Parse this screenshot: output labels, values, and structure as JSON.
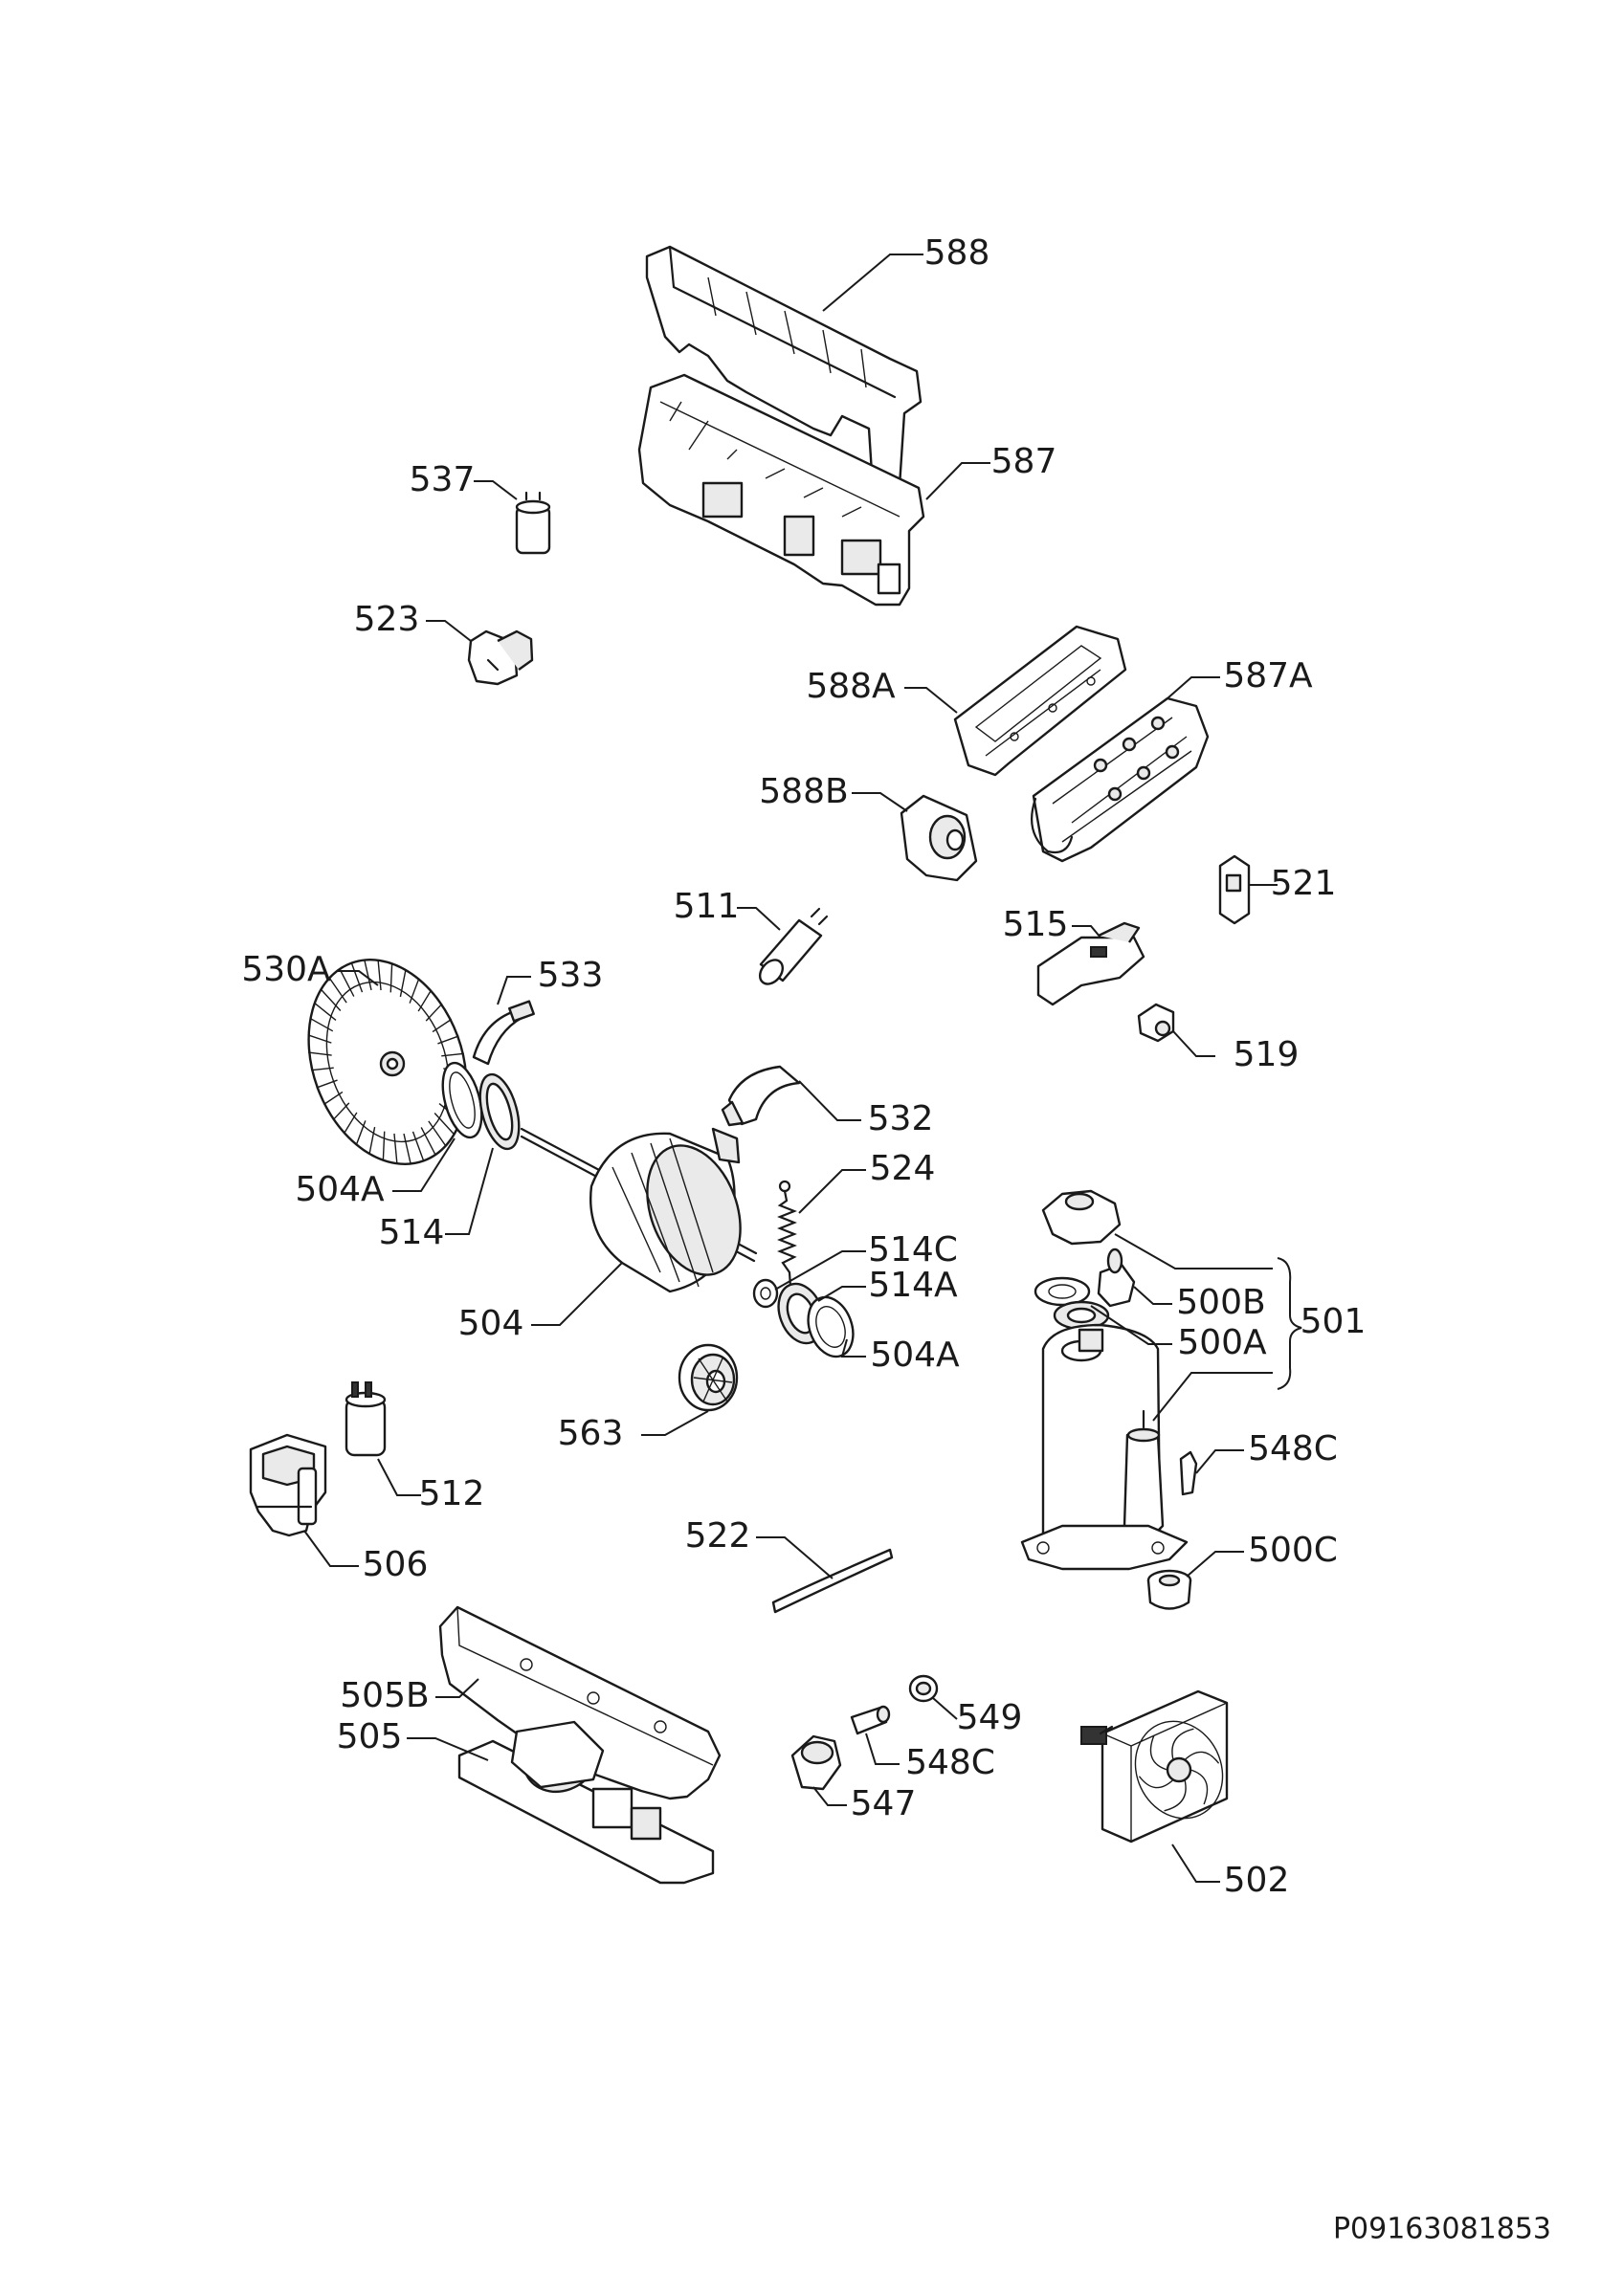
{
  "diagram": {
    "code": "P09163081853",
    "labels": {
      "l588": "588",
      "l587": "587",
      "l537": "537",
      "l523": "523",
      "l588A": "588A",
      "l587A": "587A",
      "l588B": "588B",
      "l521": "521",
      "l511": "511",
      "l515": "515",
      "l530A": "530A",
      "l533": "533",
      "l519": "519",
      "l532": "532",
      "l524": "524",
      "l504A_1": "504A",
      "l514": "514",
      "l514C": "514C",
      "l514A": "514A",
      "l504": "504",
      "l504A_2": "504A",
      "l500B": "500B",
      "l501": "501",
      "l500A": "500A",
      "l563": "563",
      "l548C_1": "548C",
      "l512": "512",
      "l522": "522",
      "l500C": "500C",
      "l506": "506",
      "l549": "549",
      "l505B": "505B",
      "l505": "505",
      "l548C_2": "548C",
      "l547": "547",
      "l502": "502"
    }
  }
}
